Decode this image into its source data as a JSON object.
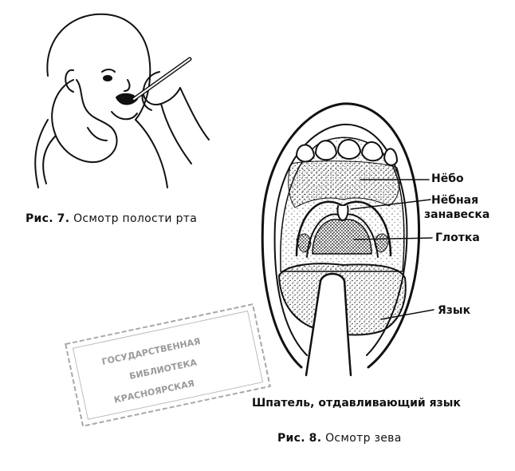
{
  "figure7": {
    "caption_prefix": "Рис.",
    "caption_number": "7.",
    "caption_text": "Осмотр полости рта"
  },
  "figure8": {
    "caption_prefix": "Рис.",
    "caption_number": "8.",
    "caption_text": "Осмотр зева",
    "labels": {
      "palate": "Нёбо",
      "soft_palate_line1": "Нёбная",
      "soft_palate_line2": "занавеска",
      "pharynx": "Глотка",
      "tongue": "Язык",
      "spatula": "Шпатель, отдавливающий язык"
    }
  },
  "stamp": {
    "line1": "ГОСУДАРСТВЕННАЯ",
    "line2": "БИБЛИОТЕКА",
    "line3": "КРАСНОЯРСКАЯ"
  },
  "colors": {
    "ink": "#111111",
    "stamp": "#9a9a9a"
  }
}
